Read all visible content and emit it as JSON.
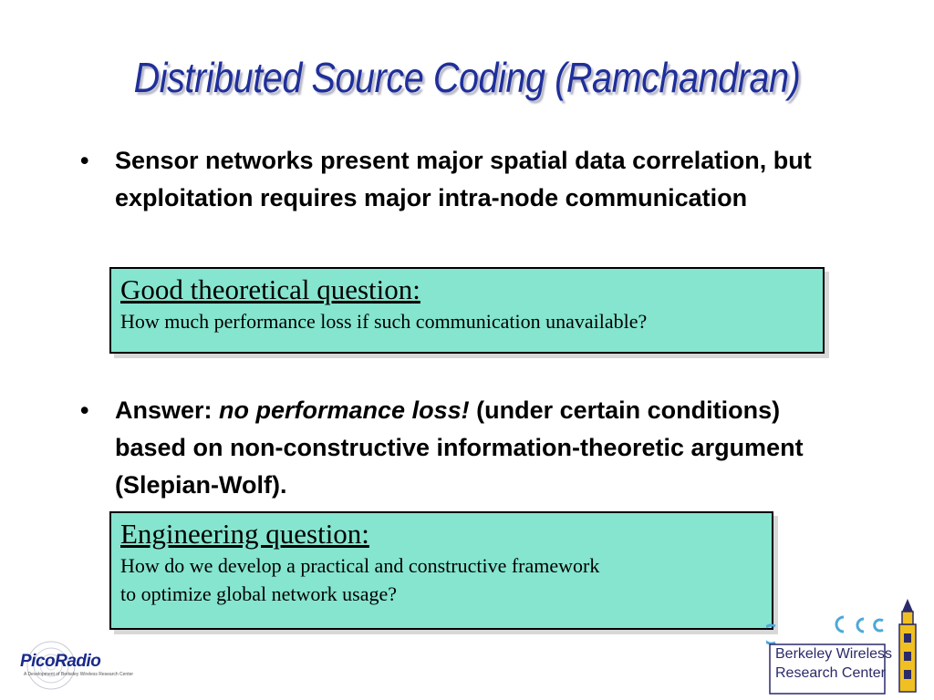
{
  "slide": {
    "title": "Distributed Source Coding (Ramchandran)",
    "bullet_char": "•",
    "bullet1": "Sensor networks present major spatial data correlation, but exploitation requires major intra-node communication",
    "box1": {
      "question": "Good theoretical question:",
      "detail": "How much performance loss if such communication unavailable?"
    },
    "bullet2": {
      "lead": "Answer: ",
      "emphasis": "no performance loss!",
      "rest": " (under certain conditions) based on non-constructive information-theoretic argument (Slepian-Wolf)."
    },
    "box2": {
      "question": "Engineering question:",
      "detail_line1": "How do we develop a practical and constructive  framework",
      "detail_line2": "to optimize global network usage?"
    }
  },
  "logos": {
    "picoradio": "PicoRadio",
    "picoradio_sub": "A Development of Berkeley Wireless Research Center",
    "bwrc_line1": "Berkeley Wireless",
    "bwrc_line2": "Research Center"
  },
  "colors": {
    "title": "#1f2f9a",
    "box_fill": "#85e5cf"
  }
}
